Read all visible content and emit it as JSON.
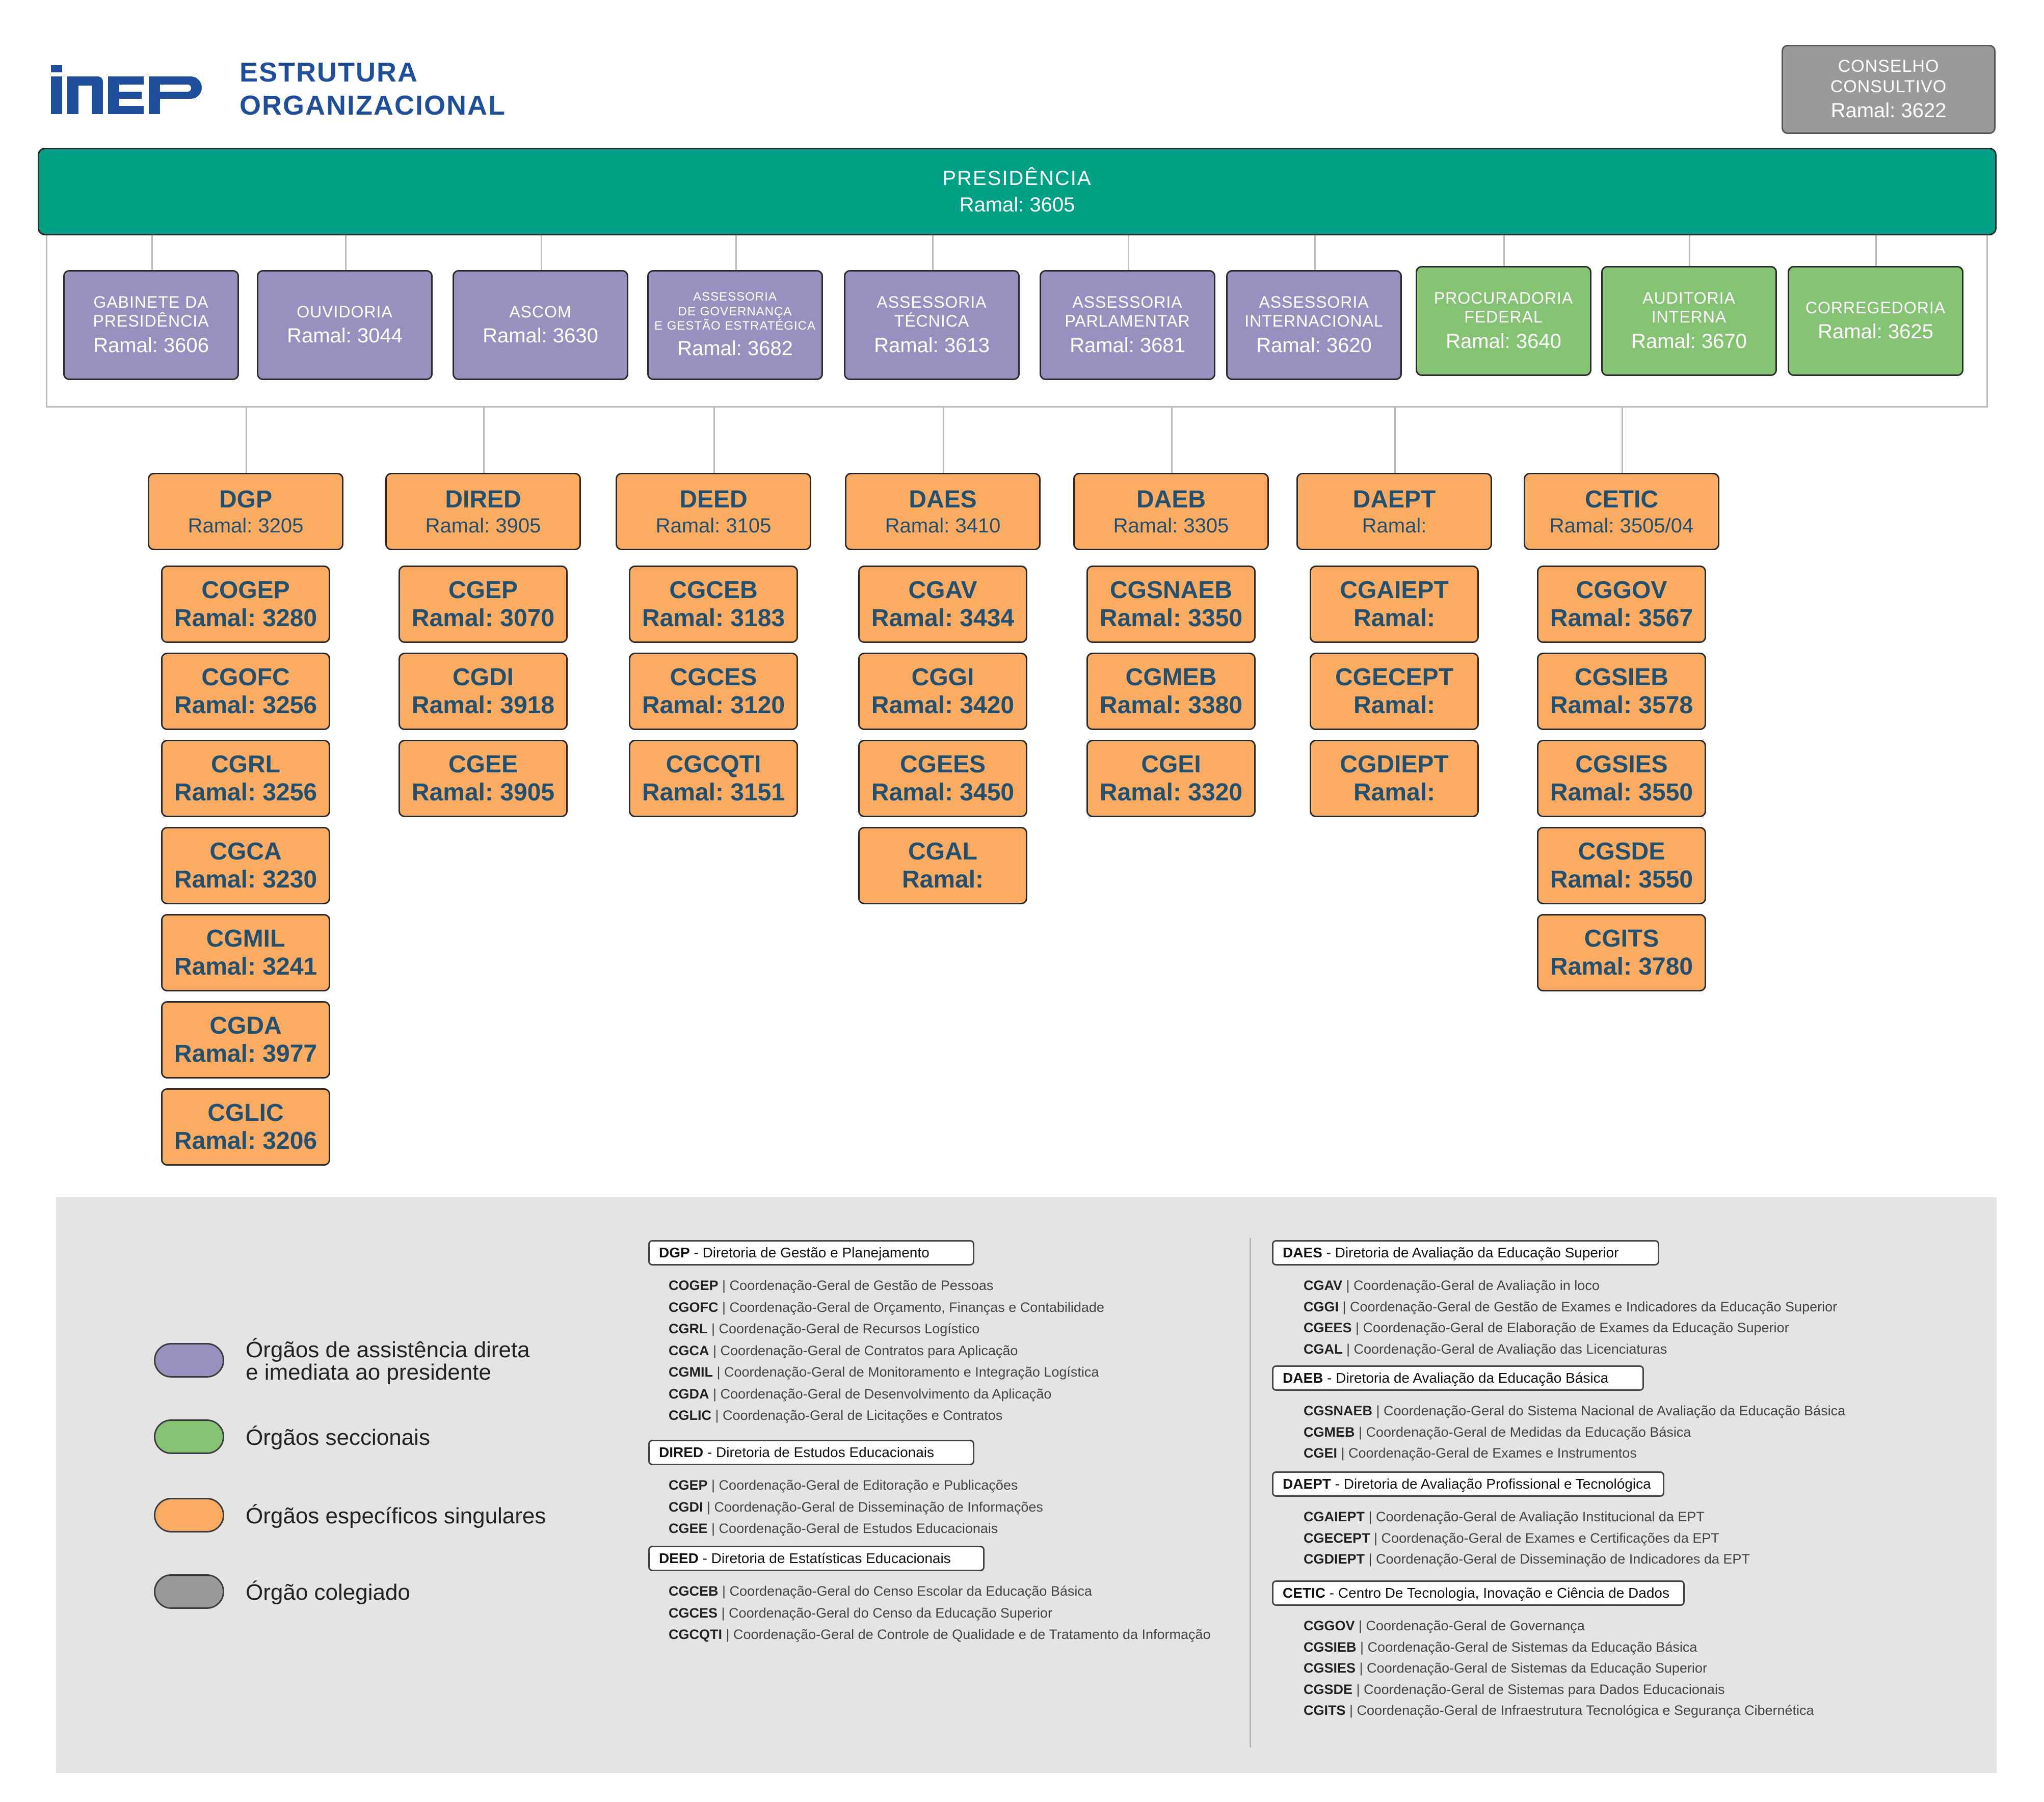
{
  "header": {
    "logo_text": "inep",
    "title_line1": "ESTRUTURA",
    "title_line2": "ORGANIZACIONAL"
  },
  "conselho": {
    "line1": "CONSELHO",
    "line2": "CONSULTIVO",
    "ramal": "Ramal: 3622"
  },
  "presidencia": {
    "name": "PRESIDÊNCIA",
    "ramal": "Ramal: 3605"
  },
  "assistencia": [
    {
      "l1": "GABINETE DA",
      "l2": "PRESIDÊNCIA",
      "l3": "",
      "ramal": "Ramal: 3606"
    },
    {
      "l1": "OUVIDORIA",
      "l2": "",
      "l3": "",
      "ramal": "Ramal: 3044"
    },
    {
      "l1": "ASCOM",
      "l2": "",
      "l3": "",
      "ramal": "Ramal: 3630"
    },
    {
      "l1": "ASSESSORIA",
      "l2": "DE GOVERNANÇA",
      "l3": "E GESTÃO ESTRATÉGICA",
      "ramal": "Ramal: 3682"
    },
    {
      "l1": "ASSESSORIA",
      "l2": "TÉCNICA",
      "l3": "",
      "ramal": "Ramal: 3613"
    },
    {
      "l1": "ASSESSORIA",
      "l2": "PARLAMENTAR",
      "l3": "",
      "ramal": "Ramal: 3681"
    },
    {
      "l1": "ASSESSORIA",
      "l2": "INTERNACIONAL",
      "l3": "",
      "ramal": "Ramal: 3620"
    }
  ],
  "seccionais": [
    {
      "l1": "PROCURADORIA",
      "l2": "FEDERAL",
      "ramal": "Ramal: 3640"
    },
    {
      "l1": "AUDITORIA",
      "l2": "INTERNA",
      "ramal": "Ramal: 3670"
    },
    {
      "l1": "CORREGEDORIA",
      "l2": "",
      "ramal": "Ramal: 3625"
    }
  ],
  "diretorias": [
    {
      "name": "DGP",
      "ramal": "Ramal: 3205",
      "children": [
        {
          "name": "COGEP",
          "ramal": "Ramal: 3280"
        },
        {
          "name": "CGOFC",
          "ramal": "Ramal: 3256"
        },
        {
          "name": "CGRL",
          "ramal": "Ramal: 3256"
        },
        {
          "name": "CGCA",
          "ramal": "Ramal: 3230"
        },
        {
          "name": "CGMIL",
          "ramal": "Ramal: 3241"
        },
        {
          "name": "CGDA",
          "ramal": "Ramal: 3977"
        },
        {
          "name": "CGLIC",
          "ramal": "Ramal: 3206"
        }
      ]
    },
    {
      "name": "DIRED",
      "ramal": "Ramal: 3905",
      "children": [
        {
          "name": "CGEP",
          "ramal": "Ramal: 3070"
        },
        {
          "name": "CGDI",
          "ramal": "Ramal: 3918"
        },
        {
          "name": "CGEE",
          "ramal": "Ramal: 3905"
        }
      ]
    },
    {
      "name": "DEED",
      "ramal": "Ramal: 3105",
      "children": [
        {
          "name": "CGCEB",
          "ramal": "Ramal: 3183"
        },
        {
          "name": "CGCES",
          "ramal": "Ramal: 3120"
        },
        {
          "name": "CGCQTI",
          "ramal": "Ramal: 3151"
        }
      ]
    },
    {
      "name": "DAES",
      "ramal": "Ramal: 3410",
      "children": [
        {
          "name": "CGAV",
          "ramal": "Ramal: 3434"
        },
        {
          "name": "CGGI",
          "ramal": "Ramal: 3420"
        },
        {
          "name": "CGEES",
          "ramal": "Ramal: 3450"
        },
        {
          "name": "CGAL",
          "ramal": "Ramal:"
        }
      ]
    },
    {
      "name": "DAEB",
      "ramal": "Ramal: 3305",
      "children": [
        {
          "name": "CGSNAEB",
          "ramal": "Ramal: 3350"
        },
        {
          "name": "CGMEB",
          "ramal": "Ramal: 3380"
        },
        {
          "name": "CGEI",
          "ramal": "Ramal: 3320"
        }
      ]
    },
    {
      "name": "DAEPT",
      "ramal": "Ramal:",
      "children": [
        {
          "name": "CGAIEPT",
          "ramal": "Ramal:"
        },
        {
          "name": "CGECEPT",
          "ramal": "Ramal:"
        },
        {
          "name": "CGDIEPT",
          "ramal": "Ramal:"
        }
      ]
    },
    {
      "name": "CETIC",
      "ramal": "Ramal: 3505/04",
      "children": [
        {
          "name": "CGGOV",
          "ramal": "Ramal: 3567"
        },
        {
          "name": "CGSIEB",
          "ramal": "Ramal: 3578"
        },
        {
          "name": "CGSIES",
          "ramal": "Ramal: 3550"
        },
        {
          "name": "CGSDE",
          "ramal": "Ramal: 3550"
        },
        {
          "name": "CGITS",
          "ramal": "Ramal: 3780"
        }
      ]
    }
  ],
  "legend": [
    {
      "label1": "Órgãos de assistência direta",
      "label2": "e imediata ao presidente",
      "color": "#9891bf"
    },
    {
      "label1": "Órgãos seccionais",
      "label2": "",
      "color": "#85c274"
    },
    {
      "label1": "Órgãos específicos singulares",
      "label2": "",
      "color": "#fbab62"
    },
    {
      "label1": "Órgão colegiado",
      "label2": "",
      "color": "#9a9a9a"
    }
  ],
  "glossary_left": [
    {
      "abbr": "DGP",
      "desc": "Diretoria de Gestão e Planejamento",
      "items": [
        {
          "abbr": "COGEP",
          "desc": "Coordenação-Geral de Gestão de Pessoas"
        },
        {
          "abbr": "CGOFC",
          "desc": "Coordenação-Geral de Orçamento, Finanças e Contabilidade"
        },
        {
          "abbr": "CGRL",
          "desc": "Coordenação-Geral de Recursos Logístico"
        },
        {
          "abbr": "CGCA",
          "desc": "Coordenação-Geral de Contratos para Aplicação"
        },
        {
          "abbr": "CGMIL",
          "desc": "Coordenação-Geral de Monitoramento e Integração Logística"
        },
        {
          "abbr": "CGDA",
          "desc": "Coordenação-Geral de Desenvolvimento da Aplicação"
        },
        {
          "abbr": "CGLIC",
          "desc": "Coordenação-Geral de Licitações e Contratos"
        }
      ]
    },
    {
      "abbr": "DIRED",
      "desc": "Diretoria de Estudos Educacionais",
      "items": [
        {
          "abbr": "CGEP",
          "desc": "Coordenação-Geral de Editoração e Publicações"
        },
        {
          "abbr": "CGDI",
          "desc": "Coordenação-Geral de Disseminação de Informações"
        },
        {
          "abbr": "CGEE",
          "desc": "Coordenação-Geral de Estudos Educacionais"
        }
      ]
    },
    {
      "abbr": "DEED",
      "desc": "Diretoria de Estatísticas Educacionais",
      "items": [
        {
          "abbr": "CGCEB",
          "desc": "Coordenação-Geral do Censo Escolar da Educação Básica"
        },
        {
          "abbr": "CGCES",
          "desc": "Coordenação-Geral do Censo da Educação Superior"
        },
        {
          "abbr": "CGCQTI",
          "desc": "Coordenação-Geral de Controle de Qualidade e de Tratamento da Informação"
        }
      ]
    }
  ],
  "glossary_right": [
    {
      "abbr": "DAES",
      "desc": "Diretoria de Avaliação da Educação Superior",
      "items": [
        {
          "abbr": "CGAV",
          "desc": "Coordenação-Geral de Avaliação in loco"
        },
        {
          "abbr": "CGGI",
          "desc": "Coordenação-Geral de Gestão de Exames e Indicadores da Educação Superior"
        },
        {
          "abbr": "CGEES",
          "desc": "Coordenação-Geral de Elaboração de Exames da Educação Superior"
        },
        {
          "abbr": "CGAL",
          "desc": "Coordenação-Geral de Avaliação das Licenciaturas"
        }
      ]
    },
    {
      "abbr": "DAEB",
      "desc": "Diretoria de Avaliação da Educação Básica",
      "items": [
        {
          "abbr": "CGSNAEB",
          "desc": "Coordenação-Geral do Sistema Nacional de Avaliação da Educação Básica"
        },
        {
          "abbr": "CGMEB",
          "desc": "Coordenação-Geral de Medidas da Educação Básica"
        },
        {
          "abbr": "CGEI",
          "desc": "Coordenação-Geral de Exames e Instrumentos"
        }
      ]
    },
    {
      "abbr": "DAEPT",
      "desc": "Diretoria de Avaliação Profissional e Tecnológica",
      "items": [
        {
          "abbr": "CGAIEPT",
          "desc": "Coordenação-Geral de Avaliação Institucional da EPT"
        },
        {
          "abbr": "CGECEPT",
          "desc": "Coordenação-Geral de Exames e Certificações da EPT"
        },
        {
          "abbr": "CGDIEPT",
          "desc": "Coordenação-Geral de Disseminação de Indicadores da EPT"
        }
      ]
    },
    {
      "abbr": "CETIC",
      "desc": "Centro De Tecnologia, Inovação e Ciência de Dados",
      "items": [
        {
          "abbr": "CGGOV",
          "desc": "Coordenação-Geral de Governança"
        },
        {
          "abbr": "CGSIEB",
          "desc": "Coordenação-Geral de Sistemas da Educação Básica"
        },
        {
          "abbr": "CGSIES",
          "desc": "Coordenação-Geral de Sistemas da Educação Superior"
        },
        {
          "abbr": "CGSDE",
          "desc": "Coordenação-Geral de Sistemas para Dados Educacionais"
        },
        {
          "abbr": "CGITS",
          "desc": "Coordenação-Geral de Infraestrutura Tecnológica e Segurança Cibernética"
        }
      ]
    }
  ]
}
